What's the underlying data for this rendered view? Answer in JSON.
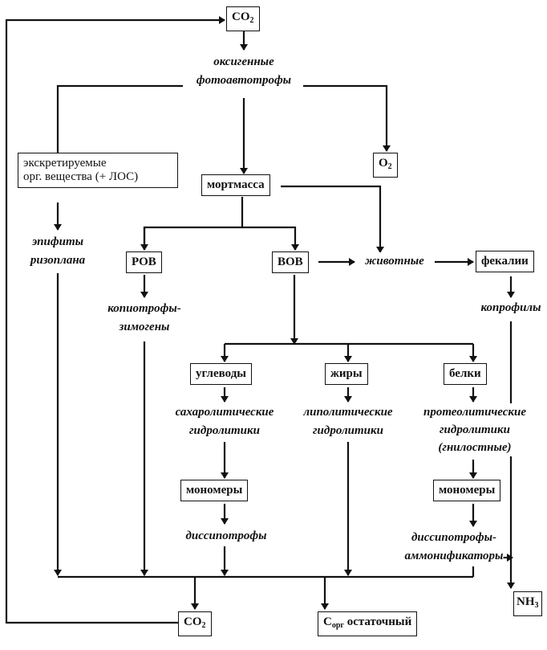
{
  "nodes": {
    "co2_top": {
      "main": "CO",
      "sub": "2"
    },
    "oxygenic_1": "оксигенные",
    "oxygenic_2": "фотоавтотрофы",
    "excreted_1": "экскретируемые",
    "excreted_2": "орг. вещества (+ ЛОС)",
    "o2": {
      "main": "O",
      "sub": "2"
    },
    "mortmass": "мортмасса",
    "epiphytes_1": "эпифиты",
    "epiphytes_2": "ризоплана",
    "rov": "РОВ",
    "vov": "ВОВ",
    "animals": "животные",
    "feces": "фекалии",
    "copiotrophs_1": "копиотрофы-",
    "copiotrophs_2": "зимогены",
    "coprophiles": "копрофилы",
    "carbs": "углеводы",
    "fats": "жиры",
    "proteins": "белки",
    "sacch_1": "сахаролитические",
    "sacch_2": "гидролитики",
    "lipo_1": "липолитические",
    "lipo_2": "гидролитики",
    "proteo_1": "протеолитические",
    "proteo_2": "гидролитики",
    "proteo_3": "(гнилостные)",
    "monomers_1": "мономеры",
    "monomers_2": "мономеры",
    "dissip_1": "диссипотрофы",
    "dissip_amm_1": "диссипотрофы-",
    "dissip_amm_2": "аммонификаторы",
    "nh3": {
      "main": "NH",
      "sub": "3"
    },
    "co2_bottom": {
      "main": "CO",
      "sub": "2"
    },
    "corg": {
      "main": "C",
      "sub": "орг",
      "rest": " остаточный"
    }
  }
}
